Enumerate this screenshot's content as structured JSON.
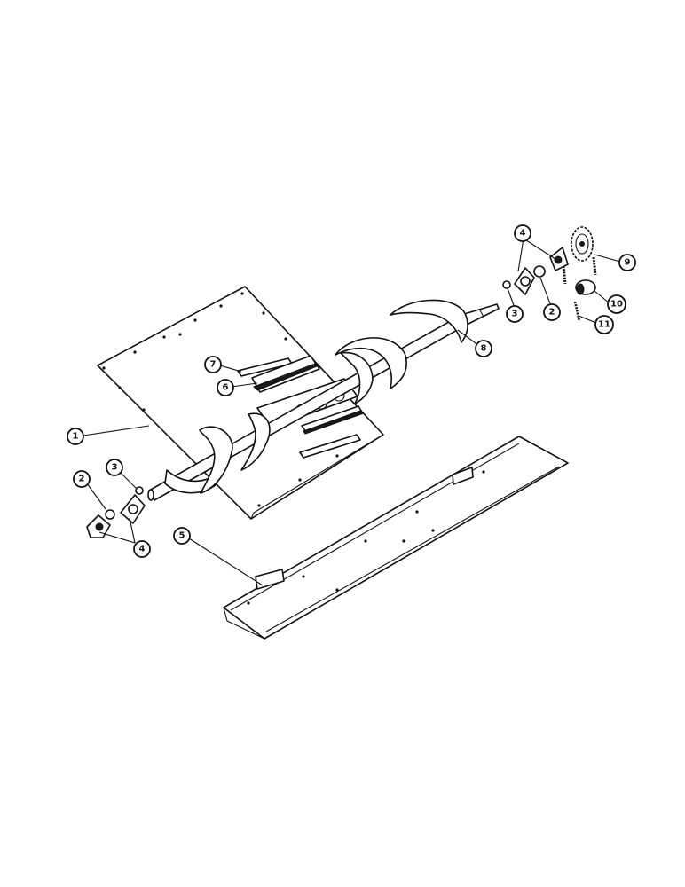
{
  "callouts": [
    {
      "id": "c1",
      "label": "1"
    },
    {
      "id": "c2a",
      "label": "2"
    },
    {
      "id": "c3a",
      "label": "3"
    },
    {
      "id": "c4a",
      "label": "4"
    },
    {
      "id": "c5",
      "label": "5"
    },
    {
      "id": "c6",
      "label": "6"
    },
    {
      "id": "c7",
      "label": "7"
    },
    {
      "id": "c8",
      "label": "8"
    },
    {
      "id": "c4b",
      "label": "4"
    },
    {
      "id": "c3b",
      "label": "3"
    },
    {
      "id": "c2b",
      "label": "2"
    },
    {
      "id": "c9",
      "label": "9"
    },
    {
      "id": "c10",
      "label": "10"
    },
    {
      "id": "c11",
      "label": "11"
    }
  ]
}
